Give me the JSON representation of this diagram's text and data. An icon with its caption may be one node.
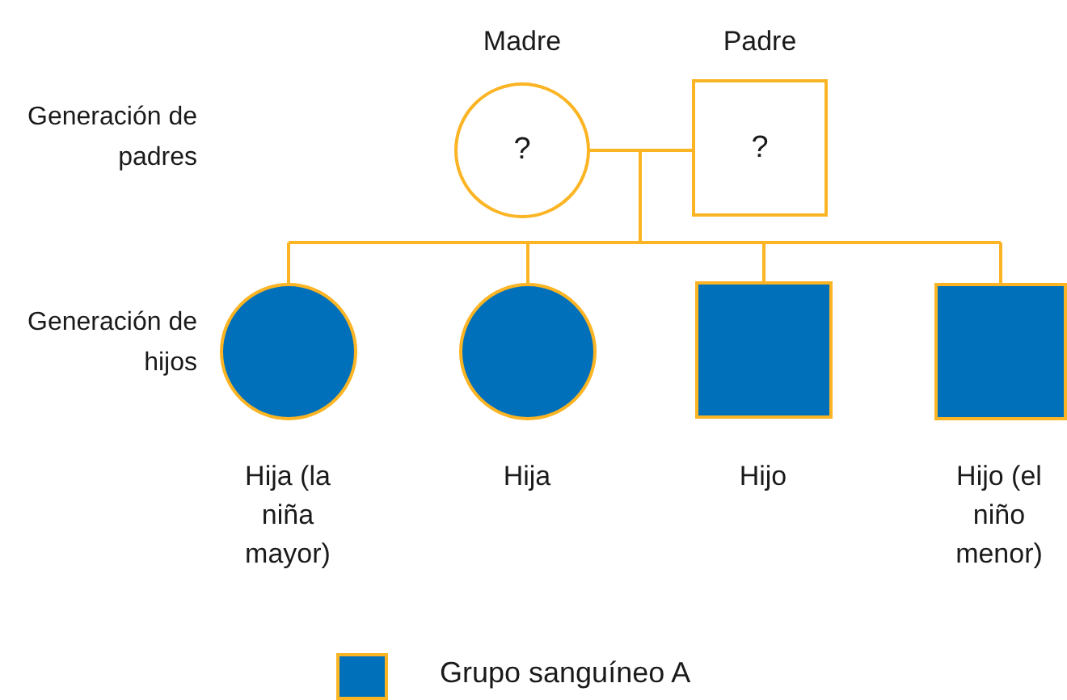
{
  "diagram": {
    "nodes": [
      {
        "text": [
          "?"
        ],
        "beside": [
          "Madre"
        ]
      },
      {
        "text": [
          "?"
        ],
        "beside": [
          "Padre"
        ]
      },
      {
        "text": [],
        "shape": "circle",
        "beside": [
          "Hija (la niña mayor)"
        ]
      },
      {
        "text": [],
        "shape": "circle",
        "beside": [
          "Hija"
        ]
      },
      {
        "text": [],
        "shape": "box",
        "beside": [
          "Hijo"
        ]
      },
      {
        "text": [],
        "shape": "box",
        "beside": [
          "Hijo (el niño menor)"
        ]
      }
    ],
    "edges": [
      {
        "from": 0,
        "to": 1,
        "arrow": "none"
      },
      {
        "from": 0,
        "to": 2,
        "arrow": "none"
      },
      {
        "from": 0,
        "to": 3,
        "arrow": "none"
      },
      {
        "from": 0,
        "to": 4,
        "arrow": "none"
      },
      {
        "from": 0,
        "to": 5,
        "arrow": "none"
      },
      {
        "from": 1,
        "to": 2,
        "arrow": "none"
      },
      {
        "from": 1,
        "to": 3,
        "arrow": "none"
      },
      {
        "from": 1,
        "to": 4,
        "arrow": "none"
      },
      {
        "from": 1,
        "to": 5,
        "arrow": "none"
      }
    ],
    "labels": [
      "Generación de padres",
      "Generación de hijos"
    ],
    "legend": [
      {
        "text": "Grupo sanguíneo A",
        "color": "#0070bb"
      }
    ]
  }
}
